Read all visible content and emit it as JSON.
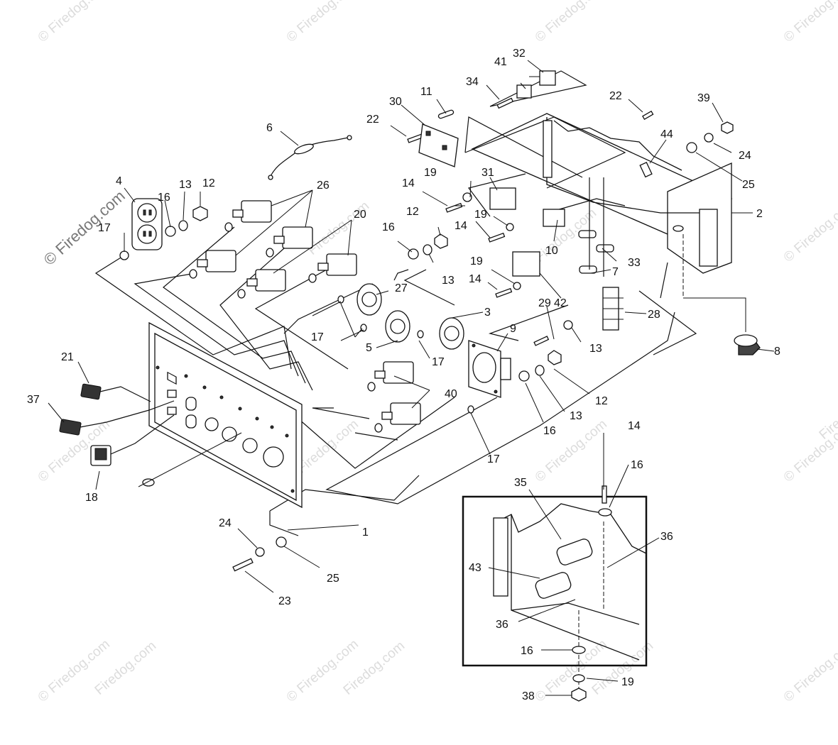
{
  "watermark": {
    "corner_text": "© Firedog.com",
    "strong_text": "© Firedog.com",
    "tile_text": "Firedog.com"
  },
  "callouts": [
    "1",
    "2",
    "3",
    "4",
    "5",
    "6",
    "7",
    "8",
    "9",
    "10",
    "11",
    "12",
    "13",
    "14",
    "16",
    "17",
    "18",
    "19",
    "20",
    "21",
    "22",
    "23",
    "24",
    "25",
    "26",
    "27",
    "28",
    "29",
    "30",
    "31",
    "32",
    "33",
    "34",
    "35",
    "36",
    "37",
    "38",
    "39",
    "40",
    "41",
    "42",
    "43",
    "44"
  ],
  "colors": {
    "line": "#111111",
    "background": "#ffffff",
    "watermark": "#dcdcdc"
  }
}
